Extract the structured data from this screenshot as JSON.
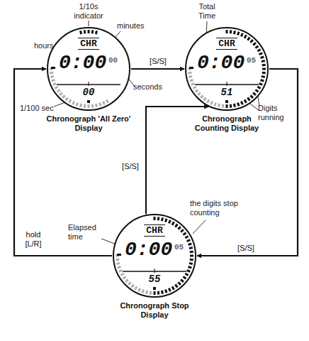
{
  "diagram": {
    "nodes": [
      {
        "text": [
          "CHR",
          "0:00",
          "00",
          "00",
          "Chronograph 'All Zero' Display"
        ]
      },
      {
        "text": [
          "CHR",
          "0:00",
          "05",
          "51",
          "Chronograph Counting Display"
        ]
      },
      {
        "text": [
          "CHR",
          "0:00",
          "05",
          "55",
          "Chronograph Stop Display"
        ]
      }
    ],
    "edges": [
      {
        "from": 0,
        "to": 1,
        "label": "[S/S]",
        "arrow": "to"
      },
      {
        "from": 1,
        "to": 2,
        "label": "[S/S]",
        "arrow": "to"
      },
      {
        "from": 2,
        "to": 1,
        "label": "[S/S]",
        "arrow": "to"
      },
      {
        "from": 2,
        "to": 0,
        "label": "hold [L/R]",
        "arrow": "to"
      }
    ],
    "labels": [
      "1/10s indicator",
      "minutes",
      "hours",
      "seconds",
      "1/100 sec",
      "Total Time",
      "Digits running",
      "Elapsed time",
      "the digits stop counting"
    ]
  }
}
